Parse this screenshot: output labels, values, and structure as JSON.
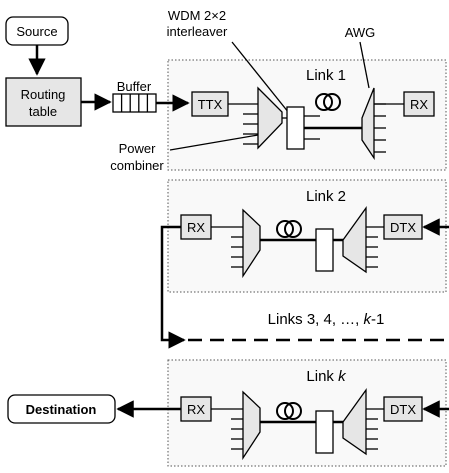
{
  "nodes": {
    "source": "Source",
    "routing_table_line1": "Routing",
    "routing_table_line2": "table",
    "buffer": "Buffer",
    "power_combiner_line1": "Power",
    "power_combiner_line2": "combiner",
    "wdm_line1": "WDM 2×2",
    "wdm_line2": "interleaver",
    "awg": "AWG",
    "destination": "Destination"
  },
  "links": [
    {
      "title": "Link 1",
      "tx": "TTX",
      "rx": "RX"
    },
    {
      "title": "Link 2",
      "tx": "DTX",
      "rx": "RX"
    },
    {
      "title_prefix": "Links 3, 4, …, ",
      "title_k": "k",
      "title_suffix": "-1"
    },
    {
      "title_prefix": "Link ",
      "title_k": "k",
      "tx": "DTX",
      "rx": "RX"
    }
  ]
}
